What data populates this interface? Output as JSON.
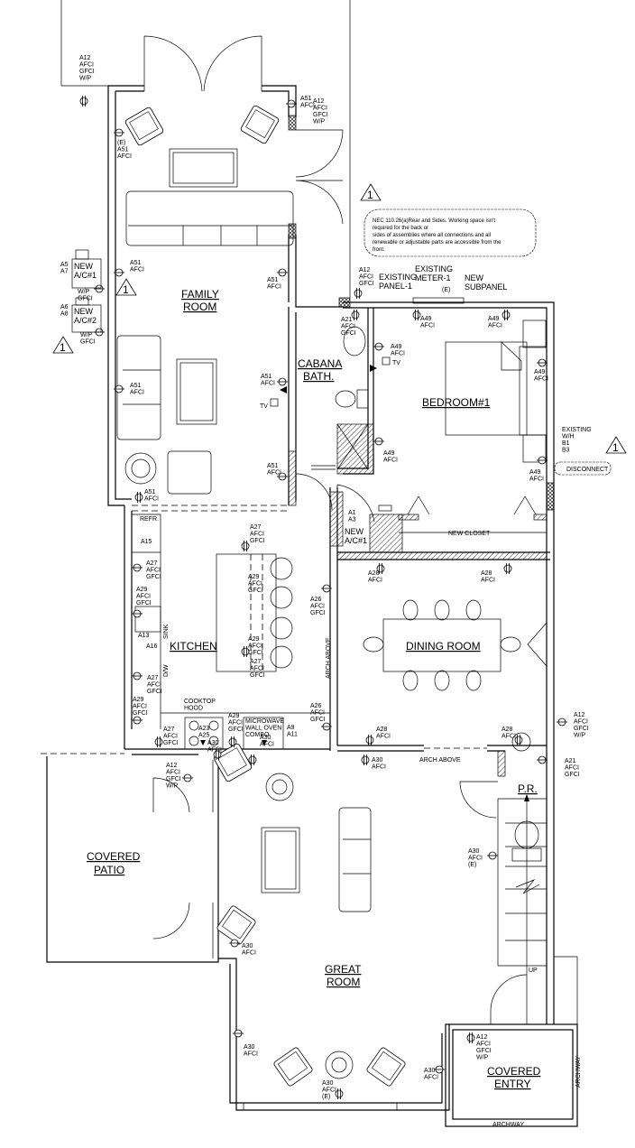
{
  "rooms": {
    "family_room": [
      "FAMILY",
      "ROOM"
    ],
    "cabana_bath": [
      "CABANA",
      "BATH."
    ],
    "bedroom": "BEDROOM#1",
    "kitchen": "KITCHEN",
    "dining_room": "DINING ROOM",
    "covered_patio": [
      "COVERED",
      "PATIO"
    ],
    "great_room": [
      "GREAT",
      "ROOM"
    ],
    "powder_room": "P.R.",
    "covered_entry": [
      "COVERED",
      "ENTRY"
    ]
  },
  "note": {
    "revision": "1",
    "lines": [
      "NEC 110.26(a)Rear and Sides. Working space isn't",
      "required for the back or",
      "sides of assemblies where all  connections and all",
      "renewable or adjustable parts are accessible from the",
      "front."
    ]
  },
  "equipment": {
    "existing_panel": "EXISTING|PANEL-1",
    "existing_meter": "EXISTING|METER-1",
    "meter_e": "(E)",
    "new_subpanel": "NEW|SUBPANEL",
    "ac1": "NEW|A/C#1",
    "ac2": "NEW|A/C#2",
    "ac1_circuit": "A5|A7",
    "ac2_circuit": "A6|A8",
    "wp_gfci": "W/P|GFCI",
    "existing_wh": "EXISTING|W/H|B1|B3",
    "disconnect": "DISCONNECT",
    "closet_ac": "NEW|A/C#1",
    "closet_ac_circuit": "A1|A3",
    "new_closet": "NEW CLOSET",
    "refr": "REFR.",
    "sink": "SINK",
    "dw": "D/W",
    "cooktop": "COOKTOP|HOOD",
    "cooktop_circuit": "A23|A25",
    "microwave": "MICROWAVE|WALL  OVEN|COMBO",
    "microwave_circuit": "A9|A11",
    "tv": "TV",
    "arch_above": "ARCH  ABOVE",
    "archway": "ARCHWAY",
    "up": "UP"
  },
  "outlets": {
    "a12_wp": "A12|AFCI|GFCI|W/P",
    "a12_gfci": "A12|AFCI|GFCI",
    "a51": "A51|AFCI",
    "a51_e": "(E)|A51|AFCI",
    "a21": "A21|AFCI|GFCI",
    "a49": "A49|AFCI",
    "a15": "A15",
    "a16": "A16",
    "a13": "A13",
    "a27": "A27|AFCI|GFCI",
    "a29": "A29|AFCI|GFCI",
    "a26": "A26|AFCI|GFCI",
    "a28": "A28|AFCI",
    "a30": "A30|AFCI",
    "a30_e": "A30|AFCI|(E)"
  }
}
